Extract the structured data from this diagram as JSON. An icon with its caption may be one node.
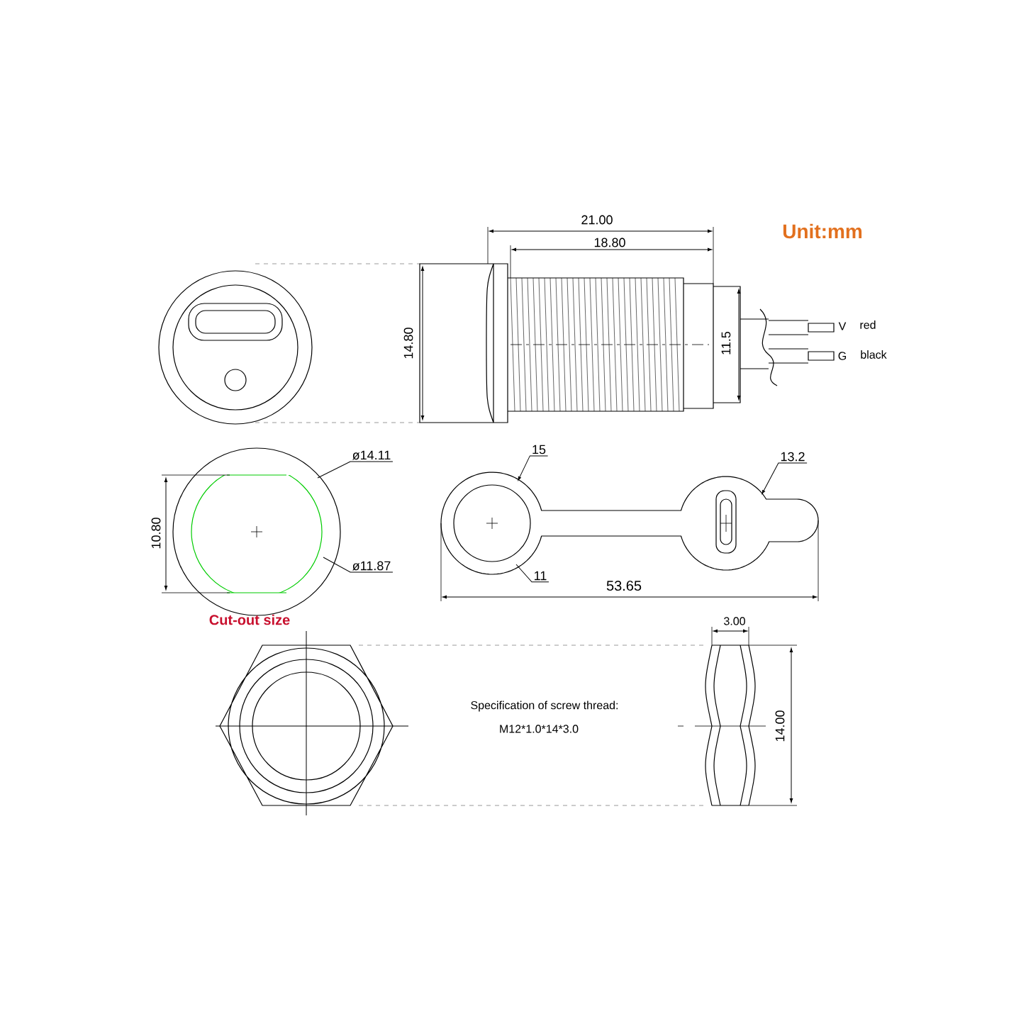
{
  "diagram": {
    "nodes": [
      {
        "text": [
          "ø14.11"
        ]
      },
      {
        "text": [
          "ø11.87"
        ]
      },
      {
        "text": [
          "15"
        ]
      },
      {
        "text": [
          "11"
        ]
      },
      {
        "text": [
          "13.2"
        ]
      }
    ],
    "edges": [
      {
        "from": 0,
        "to": null,
        "arrow": "none"
      },
      {
        "from": 1,
        "to": null,
        "arrow": "none"
      },
      {
        "from": 2,
        "to": null,
        "arrow": "to"
      },
      {
        "from": 3,
        "to": null,
        "arrow": "none"
      },
      {
        "from": 4,
        "to": null,
        "arrow": "to"
      }
    ],
    "labels": [
      "21.00",
      "Unit:mm",
      "18.80",
      "14.80",
      "11.5",
      "V",
      "red",
      "G",
      "black",
      "10.80",
      "Cut-out size",
      "53.65",
      "3.00",
      "Specification of screw thread:",
      "M12*1.0*14*3.0",
      "14.00"
    ]
  }
}
